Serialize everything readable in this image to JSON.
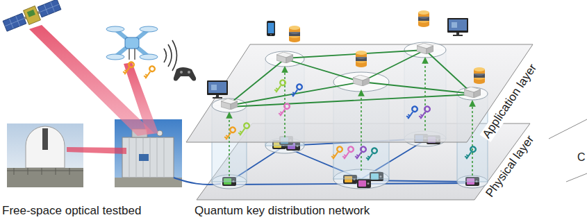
{
  "diagram": {
    "labels": [
      "Free-space optical testbed",
      "Quantum key distribution network",
      "Application layer",
      "Physical layer",
      "C"
    ]
  }
}
